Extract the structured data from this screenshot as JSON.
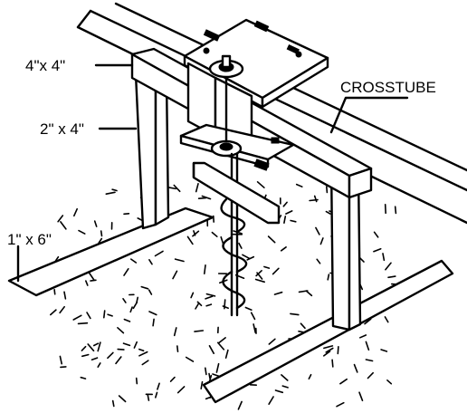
{
  "labels": {
    "top_post": "4\"x 4\"",
    "leg": "2\" x 4\"",
    "base_board": "1\" x 6\"",
    "crosstube": "CROSSTUBE"
  }
}
